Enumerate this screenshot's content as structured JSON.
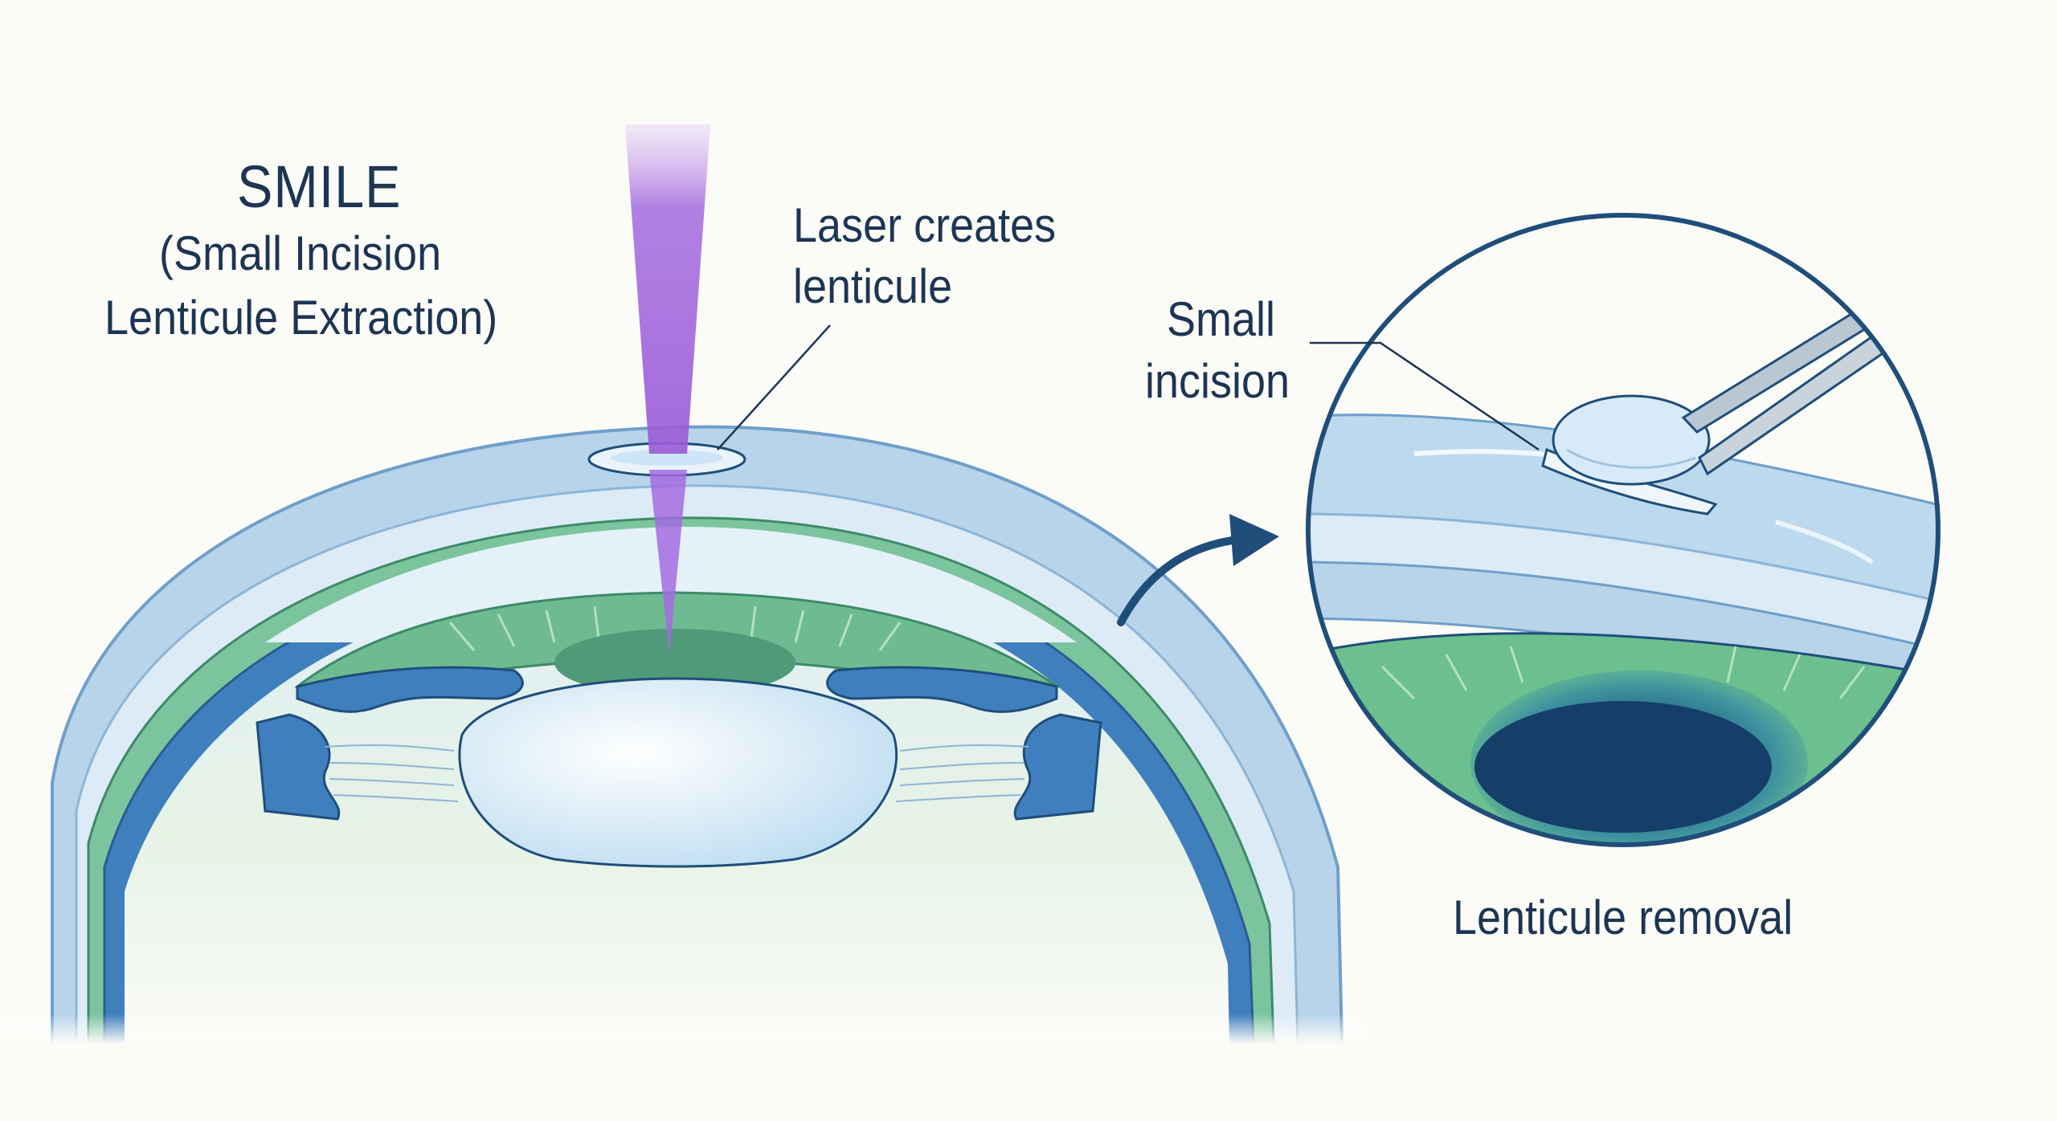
{
  "title": {
    "main": "SMILE",
    "line2": "(Small Incision",
    "line3": "Lenticule Extraction)"
  },
  "labels": {
    "laser_line1": "Laser creates",
    "laser_line2": "lenticule",
    "incision_line1": "Small",
    "incision_line2": "incision",
    "removal": "Lenticule removal"
  },
  "colors": {
    "text": "#1d3553",
    "sclera": "#a9cbe6",
    "cornea": "#dcebf6",
    "iris_green": "#67b58e",
    "ciliary_blue": "#3f7fbd",
    "lens": "#d2e8f6",
    "laser": "#a56be0",
    "outline": "#1f4e7a",
    "pupil": "#153e68"
  }
}
